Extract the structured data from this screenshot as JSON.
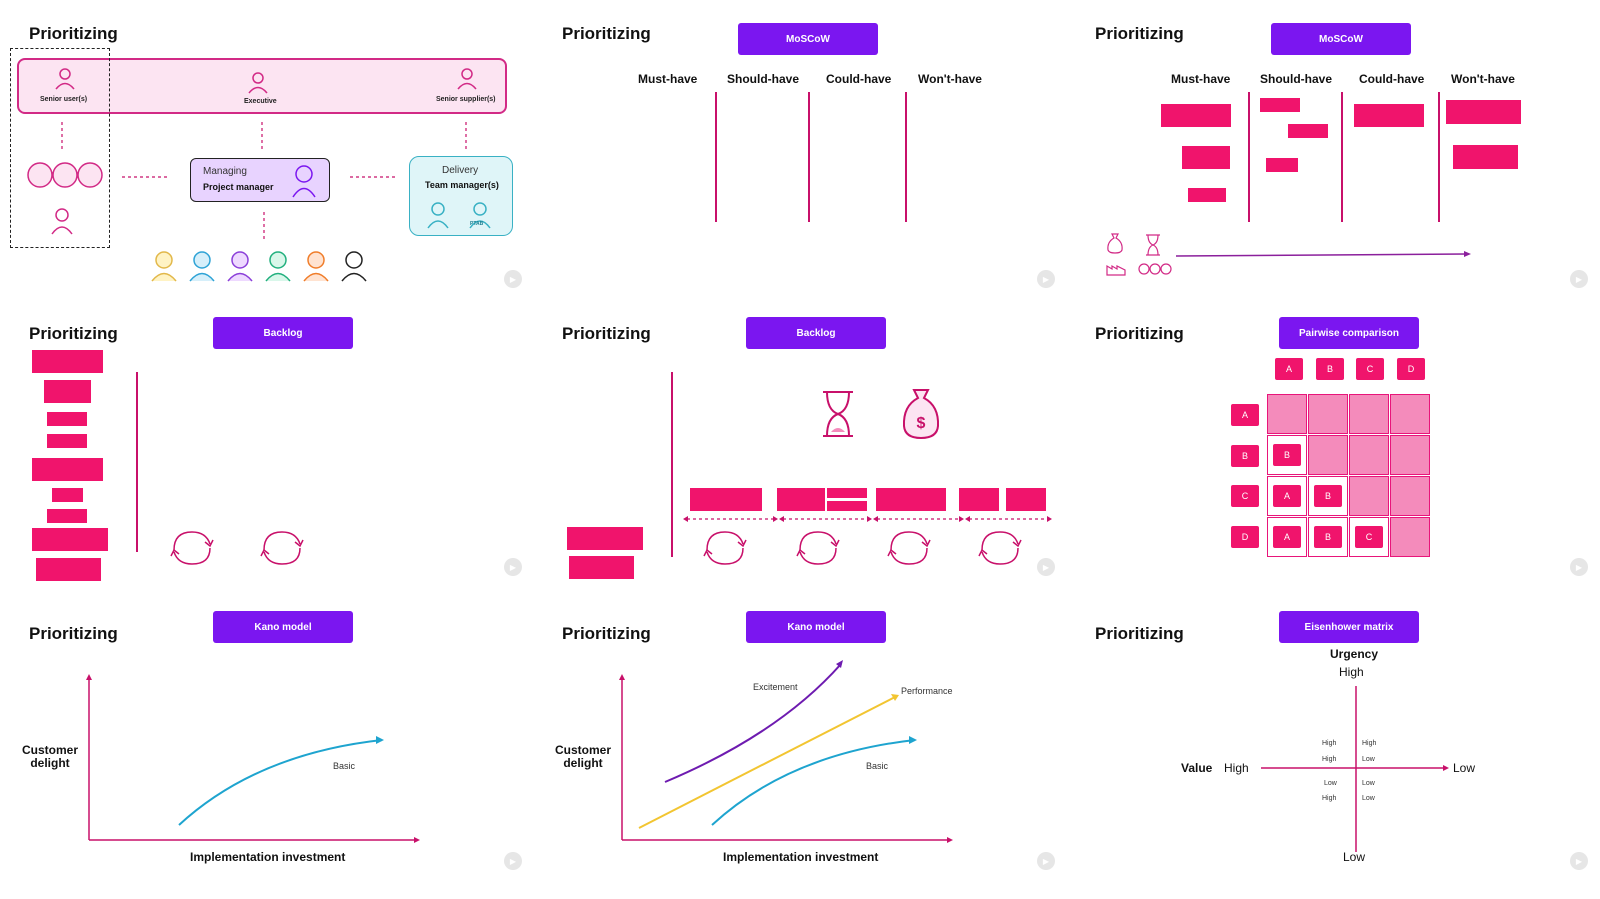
{
  "title": "Prioritizing",
  "colors": {
    "purple": "#7b16f0",
    "pink": "#f0146c",
    "magenta": "#c8106a",
    "light_pink": "#f48bbb"
  },
  "governance": {
    "senior_user": "Senior user(s)",
    "executive": "Executive",
    "senior_supplier": "Senior supplier(s)",
    "managing": "Managing",
    "project_manager": "Project manager",
    "delivery": "Delivery",
    "team_manager": "Team manager(s)",
    "badge": "PTAB"
  },
  "moscow": {
    "label": "MoSCoW",
    "columns": [
      "Must-have",
      "Should-have",
      "Could-have",
      "Won't-have"
    ]
  },
  "backlog": {
    "label": "Backlog"
  },
  "pairwise": {
    "label": "Pairwise comparison",
    "headers": [
      "A",
      "B",
      "C",
      "D"
    ],
    "winners": {
      "r1": [
        "B"
      ],
      "r2": [
        "A",
        "B"
      ],
      "r3": [
        "A",
        "B",
        "C"
      ]
    }
  },
  "kano": {
    "label": "Kano model",
    "y_axis": "Customer delight",
    "x_axis": "Implementation investment",
    "basic": "Basic",
    "excitement": "Excitement",
    "performance": "Performance"
  },
  "eisenhower": {
    "label": "Eisenhower matrix",
    "urgency": "Urgency",
    "value": "Value",
    "high": "High",
    "low": "Low",
    "q1": [
      "High",
      "High"
    ],
    "q2": [
      "High",
      "Low"
    ],
    "q3": [
      "Low",
      "High"
    ],
    "q4": [
      "Low",
      "Low"
    ]
  }
}
